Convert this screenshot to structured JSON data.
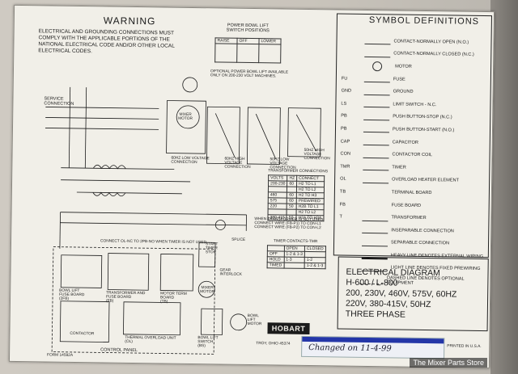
{
  "warning": {
    "title": "WARNING",
    "body": "ELECTRICAL AND GROUNDING CONNECTIONS MUST\nCOMPLY WITH THE APPLICABLE PORTIONS OF THE\nNATIONAL ELECTRICAL CODE AND/OR OTHER LOCAL\nELECTRICAL CODES."
  },
  "bowl_lift_switch": {
    "title": "POWER BOWL LIFT\nSWITCH POSITIONS",
    "headers": [
      "RAISE",
      "OFF",
      "LOWER"
    ],
    "note": "OPTIONAL POWER BOWL LIFT AVAILABLE\nONLY ON 200-230 VOLT MACHINES."
  },
  "symbols": {
    "title": "SYMBOL DEFINITIONS",
    "items": [
      {
        "code": "",
        "label": "CONTACT-NORMALLY OPEN (N.O.)"
      },
      {
        "code": "",
        "label": "CONTACT-NORMALLY CLOSED (N.C.)"
      },
      {
        "code": "",
        "label": "MOTOR"
      },
      {
        "code": "FU",
        "label": "FUSE"
      },
      {
        "code": "GND",
        "label": "GROUND"
      },
      {
        "code": "LS",
        "label": "LIMIT SWITCH - N.C."
      },
      {
        "code": "PB",
        "label": "PUSH BUTTON-STOP (N.C.)"
      },
      {
        "code": "PB",
        "label": "PUSH BUTTON-START (N.O.)"
      },
      {
        "code": "CAP",
        "label": "CAPACITOR"
      },
      {
        "code": "CON",
        "label": "CONTACTOR COIL"
      },
      {
        "code": "TMR",
        "label": "TIMER"
      },
      {
        "code": "OL",
        "label": "OVERLOAD HEATER ELEMENT"
      },
      {
        "code": "TB",
        "label": "TERMINAL BOARD"
      },
      {
        "code": "FB",
        "label": "FUSE BOARD"
      },
      {
        "code": "T",
        "label": "TRANSFORMER"
      },
      {
        "code": "",
        "label": "INSEPARABLE CONNECTION"
      },
      {
        "code": "",
        "label": "SEPARABLE CONNECTION"
      },
      {
        "code": "",
        "label": "HEAVY LINE DENOTES EXTERNAL WIRING"
      },
      {
        "code": "",
        "label": "LIGHT LINE DENOTES FIXED PREWIRING"
      },
      {
        "code": "",
        "label": "DASHED LINE DENOTES OPTIONAL EQUIPMENT"
      }
    ]
  },
  "labels": {
    "service_connection": "SERVICE\nCONNECTION",
    "mixer_motor": "MIXER\nMOTOR",
    "v60_low": "60HZ LOW VOLTAGE\nCONNECTION",
    "v60_high": "60HZ HIGH\nVOLTAGE\nCONNECTION",
    "v50_low": "50HZ LOW\nVOLTAGE\nCONNECTION",
    "v50_high": "50HZ HIGH\nVOLTAGE\nCONNECTION",
    "transformer_conn": "TRANSFORMER CONNECTIONS",
    "connect_note": "CONNECT OL-NC TO 2PB-NO WHEN TIMER IS NOT USED.",
    "splice": "SPLICE",
    "timer_contacts": "TIMER CONTACTS-TMR",
    "gear_interlock": "GEAR\nINTERLOCK",
    "mixer_motor_2": "MIXER\nMOTOR",
    "bowl_lift_motor": "BOWL\nLIFT\nMOTOR",
    "bowl_lift_switch_bs": "BOWL LIFT\nSWITCH\n(BS)",
    "bowl_lift_fuse_board": "BOWL LIFT\nFUSE BOARD\n(2FB)",
    "transformer_fuse_board": "TRANSFORMER AND\nFUSE BOARD\n(FB)",
    "motor_term_board": "MOTOR TERM\nBOARD\n(TB)",
    "contactor": "CONTACTOR",
    "thermal_overload": "THERMAL OVERLOAD UNIT\n(OL)",
    "control_panel": "CONTROL PANEL",
    "form": "FORM 14592A",
    "troy": "TROY, OHIO 45374",
    "printed": "PRINTED IN U.S.A.",
    "start_timer_stop": "START\nTIMER\nSTOP",
    "when_transformer": "WHEN TRANSFORMER IS NOT USED:\nCONNECT WIRE (FB-P1) TO CON-L1\nCONNECT WIRE (FB-P2) TO CON-L2"
  },
  "transformer_table": {
    "headers": [
      "VOLTS",
      "HZ",
      "CONNECT"
    ],
    "rows": [
      [
        "200-230",
        "60",
        "H2 TO L1"
      ],
      [
        "",
        "",
        "H2 TO L2"
      ],
      [
        "460",
        "60",
        "H2 TO H3"
      ],
      [
        "575",
        "60",
        "PREWIRED"
      ],
      [
        "220",
        "50",
        "H2B TO L1"
      ],
      [
        "",
        "",
        "H2 TO L2"
      ],
      [
        "380-415",
        "50",
        "H2A TO H3A"
      ]
    ]
  },
  "timer_table": {
    "headers": [
      "",
      "OPEN",
      "CLOSED"
    ],
    "rows": [
      [
        "OFF",
        "1-2 & 1-3",
        ""
      ],
      [
        "HOLD",
        "1-3",
        "1-2"
      ],
      [
        "TIMED",
        "",
        "1-2 & 1-3"
      ]
    ]
  },
  "electrical_diagram": {
    "title": "ELECTRICAL DIAGRAM",
    "model": "H-600 / L-800",
    "line1": "200, 230V, 460V, 575V, 60HZ",
    "line2": "220V, 380-415V, 50HZ",
    "line3": "THREE PHASE"
  },
  "brand": "HOBART",
  "sticker_note": "Changed on 11-4-99",
  "watermark": "The Mixer Parts Store",
  "colors": {
    "paper": "#f1efe8",
    "ink": "#1b1b1b",
    "sticker_band": "#2436a8"
  }
}
